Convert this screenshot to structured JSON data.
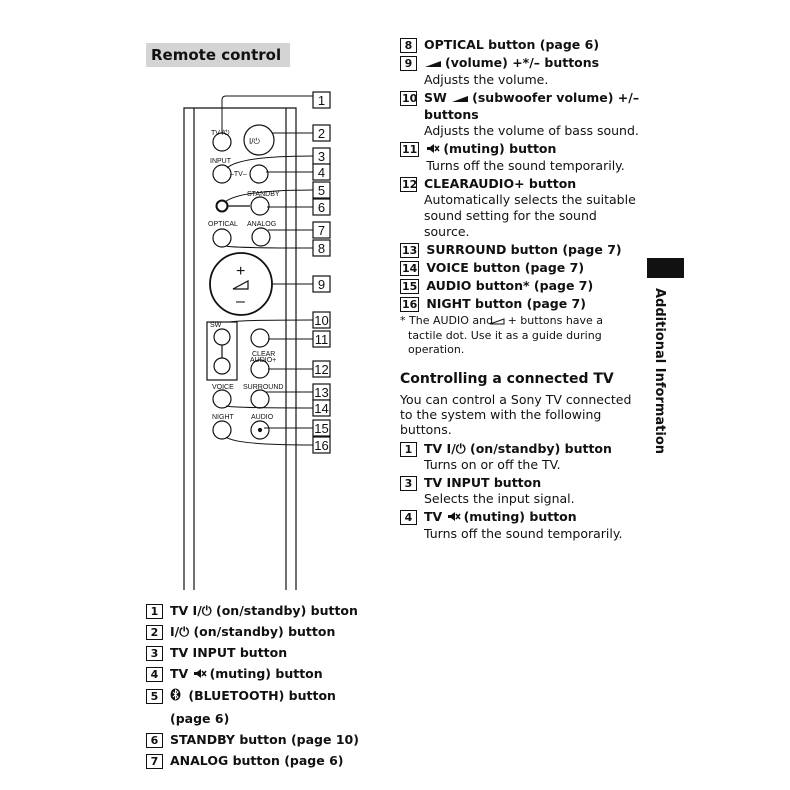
{
  "header": {
    "title": "Remote control"
  },
  "remote_labels": {
    "tv_power": "TV /⏻",
    "power": "I/⏻",
    "input": "INPUT",
    "tv": "–TV–",
    "standby": "STANDBY",
    "optical": "OPTICAL",
    "analog": "ANALOG",
    "plus": "+",
    "minus": "–",
    "sw": "SW",
    "clear": "CLEAR",
    "audio_plus": "AUDIO+",
    "voice": "VOICE",
    "surround": "SURROUND",
    "night": "NIGHT",
    "audio": "AUDIO",
    "callouts": [
      "1",
      "2",
      "3",
      "4",
      "5",
      "6",
      "7",
      "8",
      "9",
      "10",
      "11",
      "12",
      "13",
      "14",
      "15",
      "16"
    ]
  },
  "left_items": [
    {
      "num": "1",
      "title": "TV I/⏻ (on/standby) button"
    },
    {
      "num": "2",
      "title": "I/⏻ (on/standby) button"
    },
    {
      "num": "3",
      "title": "TV INPUT button"
    },
    {
      "num": "4",
      "title": "TV",
      "title2": "(muting) button"
    },
    {
      "num": "5",
      "title": "(BLUETOOTH) button",
      "title2": "(page 6)"
    },
    {
      "num": "6",
      "title": "STANDBY button (page 10)"
    },
    {
      "num": "7",
      "title": "ANALOG button (page 6)"
    }
  ],
  "right_items": [
    {
      "num": "8",
      "title": "OPTICAL button (page 6)"
    },
    {
      "num": "9",
      "title": "(volume) +*/– buttons",
      "desc": "Adjusts the volume."
    },
    {
      "num": "10",
      "title": "SW",
      "title2": "(subwoofer volume) +/– buttons",
      "desc": "Adjusts the volume of bass sound."
    },
    {
      "num": "11",
      "title": "(muting) button",
      "desc": "Turns off the sound temporarily."
    },
    {
      "num": "12",
      "title": "CLEARAUDIO+ button",
      "desc": "Automatically selects the suitable sound setting for the sound source."
    },
    {
      "num": "13",
      "title": "SURROUND button (page 7)"
    },
    {
      "num": "14",
      "title": "VOICE button (page 7)"
    },
    {
      "num": "15",
      "title": "AUDIO button* (page 7)"
    },
    {
      "num": "16",
      "title": "NIGHT button (page 7)"
    }
  ],
  "footnote": {
    "pre": "* The AUDIO and",
    "post": "+ buttons have a tactile dot. Use it as a guide during operation."
  },
  "tv_section": {
    "heading": "Controlling a connected TV",
    "intro": "You can control a Sony TV connected to the system with the following buttons.",
    "items": [
      {
        "num": "1",
        "title": "TV I/⏻ (on/standby) button",
        "desc": "Turns on or off the TV."
      },
      {
        "num": "3",
        "title": "TV INPUT button",
        "desc": "Selects the input signal."
      },
      {
        "num": "4",
        "title": "TV",
        "title2": "(muting) button",
        "desc": "Turns off the sound temporarily."
      }
    ]
  },
  "side_tab": {
    "label": "Additional Information"
  }
}
